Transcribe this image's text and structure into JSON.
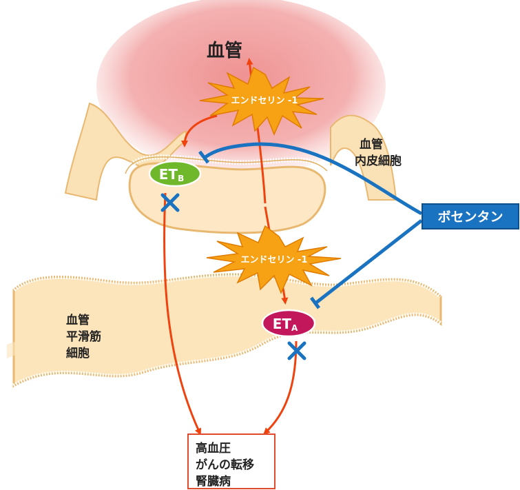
{
  "labels": {
    "blood_vessel": "血管",
    "endothelial_cell": [
      "血管",
      "内皮細胞"
    ],
    "smooth_muscle_cell": [
      "血管",
      "平滑筋",
      "細胞"
    ],
    "drug": "ボセンタン"
  },
  "ligands": [
    {
      "id": "endothelin-1-top",
      "text": "エンドセリン -1"
    },
    {
      "id": "endothelin-1-bottom",
      "text": "エンドセリン -1"
    }
  ],
  "receptors": [
    {
      "id": "etb",
      "main": "ET",
      "sub": "B",
      "color": "#6fb72b"
    },
    {
      "id": "eta",
      "main": "ET",
      "sub": "A",
      "color": "#c2185b"
    }
  ],
  "outcome_box": {
    "lines": [
      "高血圧",
      "がんの転移",
      "腎臓病"
    ]
  },
  "colors": {
    "arrow": "#f0420f",
    "inhibitor": "#1a73c0",
    "membrane": "#f7d9a6",
    "membrane_edge": "#e0b060",
    "vessel": "#ee8c8c",
    "starburst": "#f7a114",
    "drug_box": "#1a73c0"
  }
}
